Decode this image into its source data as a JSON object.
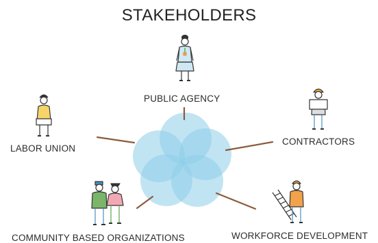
{
  "title": "STAKEHOLDERS",
  "stakeholders": {
    "public_agency": "PUBLIC AGENCY",
    "labor_union": "LABOR UNION",
    "contractors": "CONTRACTORS",
    "community_based_organizations": "COMMUNITY BASED ORGANIZATIONS",
    "workforce_development": "WORKFORCE DEVELOPMENT"
  },
  "colors": {
    "circle_fill": "#8ecdea",
    "connector": "#8b5a3c",
    "text": "#2b2b2b"
  }
}
